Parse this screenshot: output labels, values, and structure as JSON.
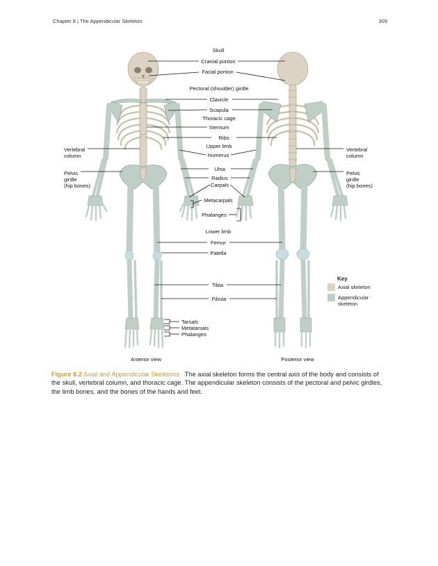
{
  "header": {
    "chapter": "Chapter 8 | The Appendicular Skeleton",
    "page_number": "309"
  },
  "figure": {
    "labels": {
      "skull": "Skull",
      "cranial": "Cranial portion",
      "facial": "Facial portion",
      "pectoral": "Pectoral (shoulder) girdle",
      "clavicle": "Clavicle",
      "scapula": "Scapula",
      "thoracic": "Thoracic cage",
      "sternum": "Sternum",
      "ribs": "Ribs",
      "upperlimb": "Upper limb",
      "humerus": "Humerus",
      "ulna": "Ulna",
      "radius": "Radius",
      "carpals": "Carpals",
      "metacarpals": "Metacarpals",
      "phalanges_hand": "Phalanges",
      "lowerlimb": "Lower limb",
      "femur": "Femur",
      "patella": "Patella",
      "tibia": "Tibia",
      "fibula": "Fibula",
      "tarsals": "Tarsals",
      "metatarsals": "Metatarsals",
      "phalanges_foot": "Phalanges",
      "vertebral_l1": "Vertebral",
      "vertebral_l2": "column",
      "pelvic_l1": "Pelvic",
      "pelvic_l2": "girdle",
      "pelvic_l3": "(hip bones)"
    },
    "views": {
      "anterior": "Anterior view",
      "posterior": "Posterior view"
    },
    "key": {
      "title": "Key",
      "axial": "Axial skeleton",
      "appendicular_l1": "Appendicular",
      "appendicular_l2": "skeleton",
      "axial_color": "#ddd3c3",
      "appendicular_color": "#bfcfc7"
    }
  },
  "caption": {
    "label": "Figure 8.2",
    "title": "Axial and Appendicular Skeletons",
    "text": "The axial skeleton forms the central axis of the body and consists of the skull, vertebral column, and thoracic cage. The appendicular skeleton consists of the pectoral and pelvic girdles, the limb bones, and the bones of the hands and feet."
  }
}
